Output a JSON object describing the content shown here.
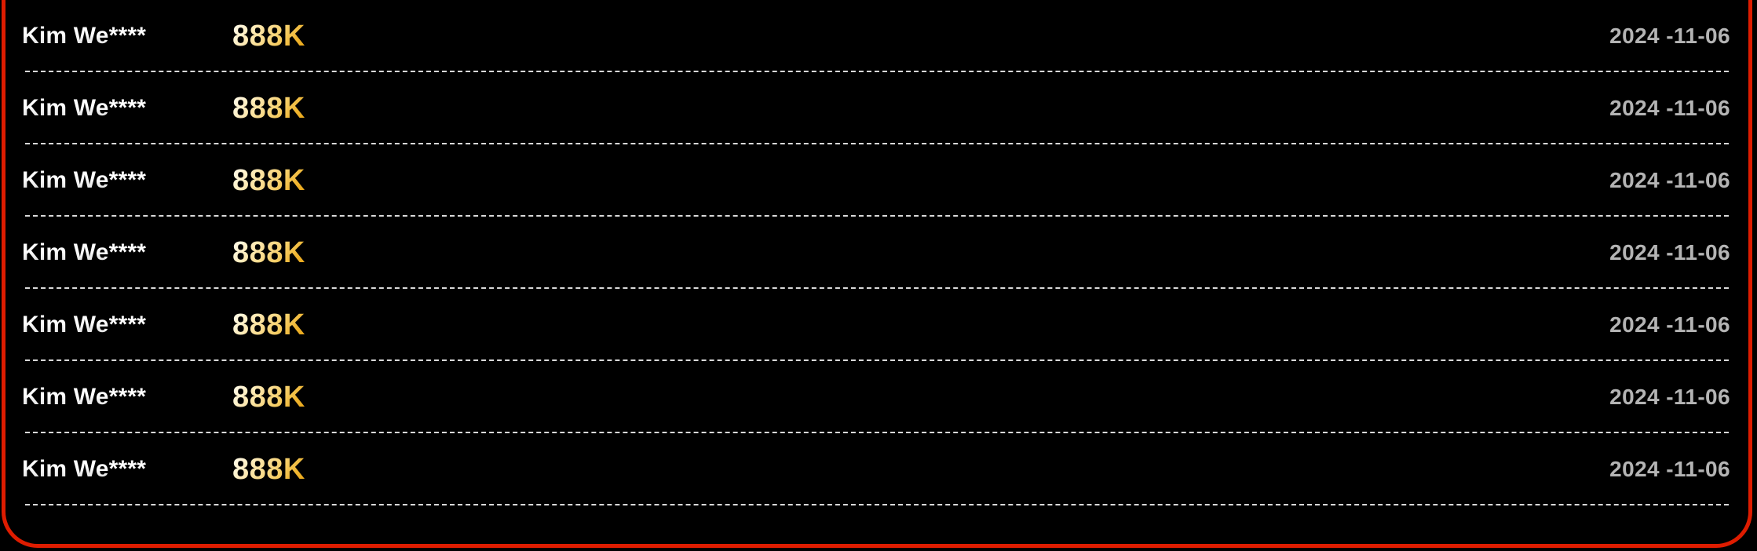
{
  "panel": {
    "frame_color": "#de1c00",
    "background_color": "#000000",
    "separator_color": "#d9d9d9"
  },
  "colors": {
    "name_text": "#ffffff",
    "amount_gradient_start": "#fffdf4",
    "amount_gradient_end": "#e9a412",
    "date_text": "#b4b4b4"
  },
  "winners_list": {
    "rows": [
      {
        "name": "Kim We****",
        "amount": "888K",
        "date": "2024 -11-06"
      },
      {
        "name": "Kim We****",
        "amount": "888K",
        "date": "2024 -11-06"
      },
      {
        "name": "Kim We****",
        "amount": "888K",
        "date": "2024 -11-06"
      },
      {
        "name": "Kim We****",
        "amount": "888K",
        "date": "2024 -11-06"
      },
      {
        "name": "Kim We****",
        "amount": "888K",
        "date": "2024 -11-06"
      },
      {
        "name": "Kim We****",
        "amount": "888K",
        "date": "2024 -11-06"
      },
      {
        "name": "Kim We****",
        "amount": "888K",
        "date": "2024 -11-06"
      }
    ]
  }
}
